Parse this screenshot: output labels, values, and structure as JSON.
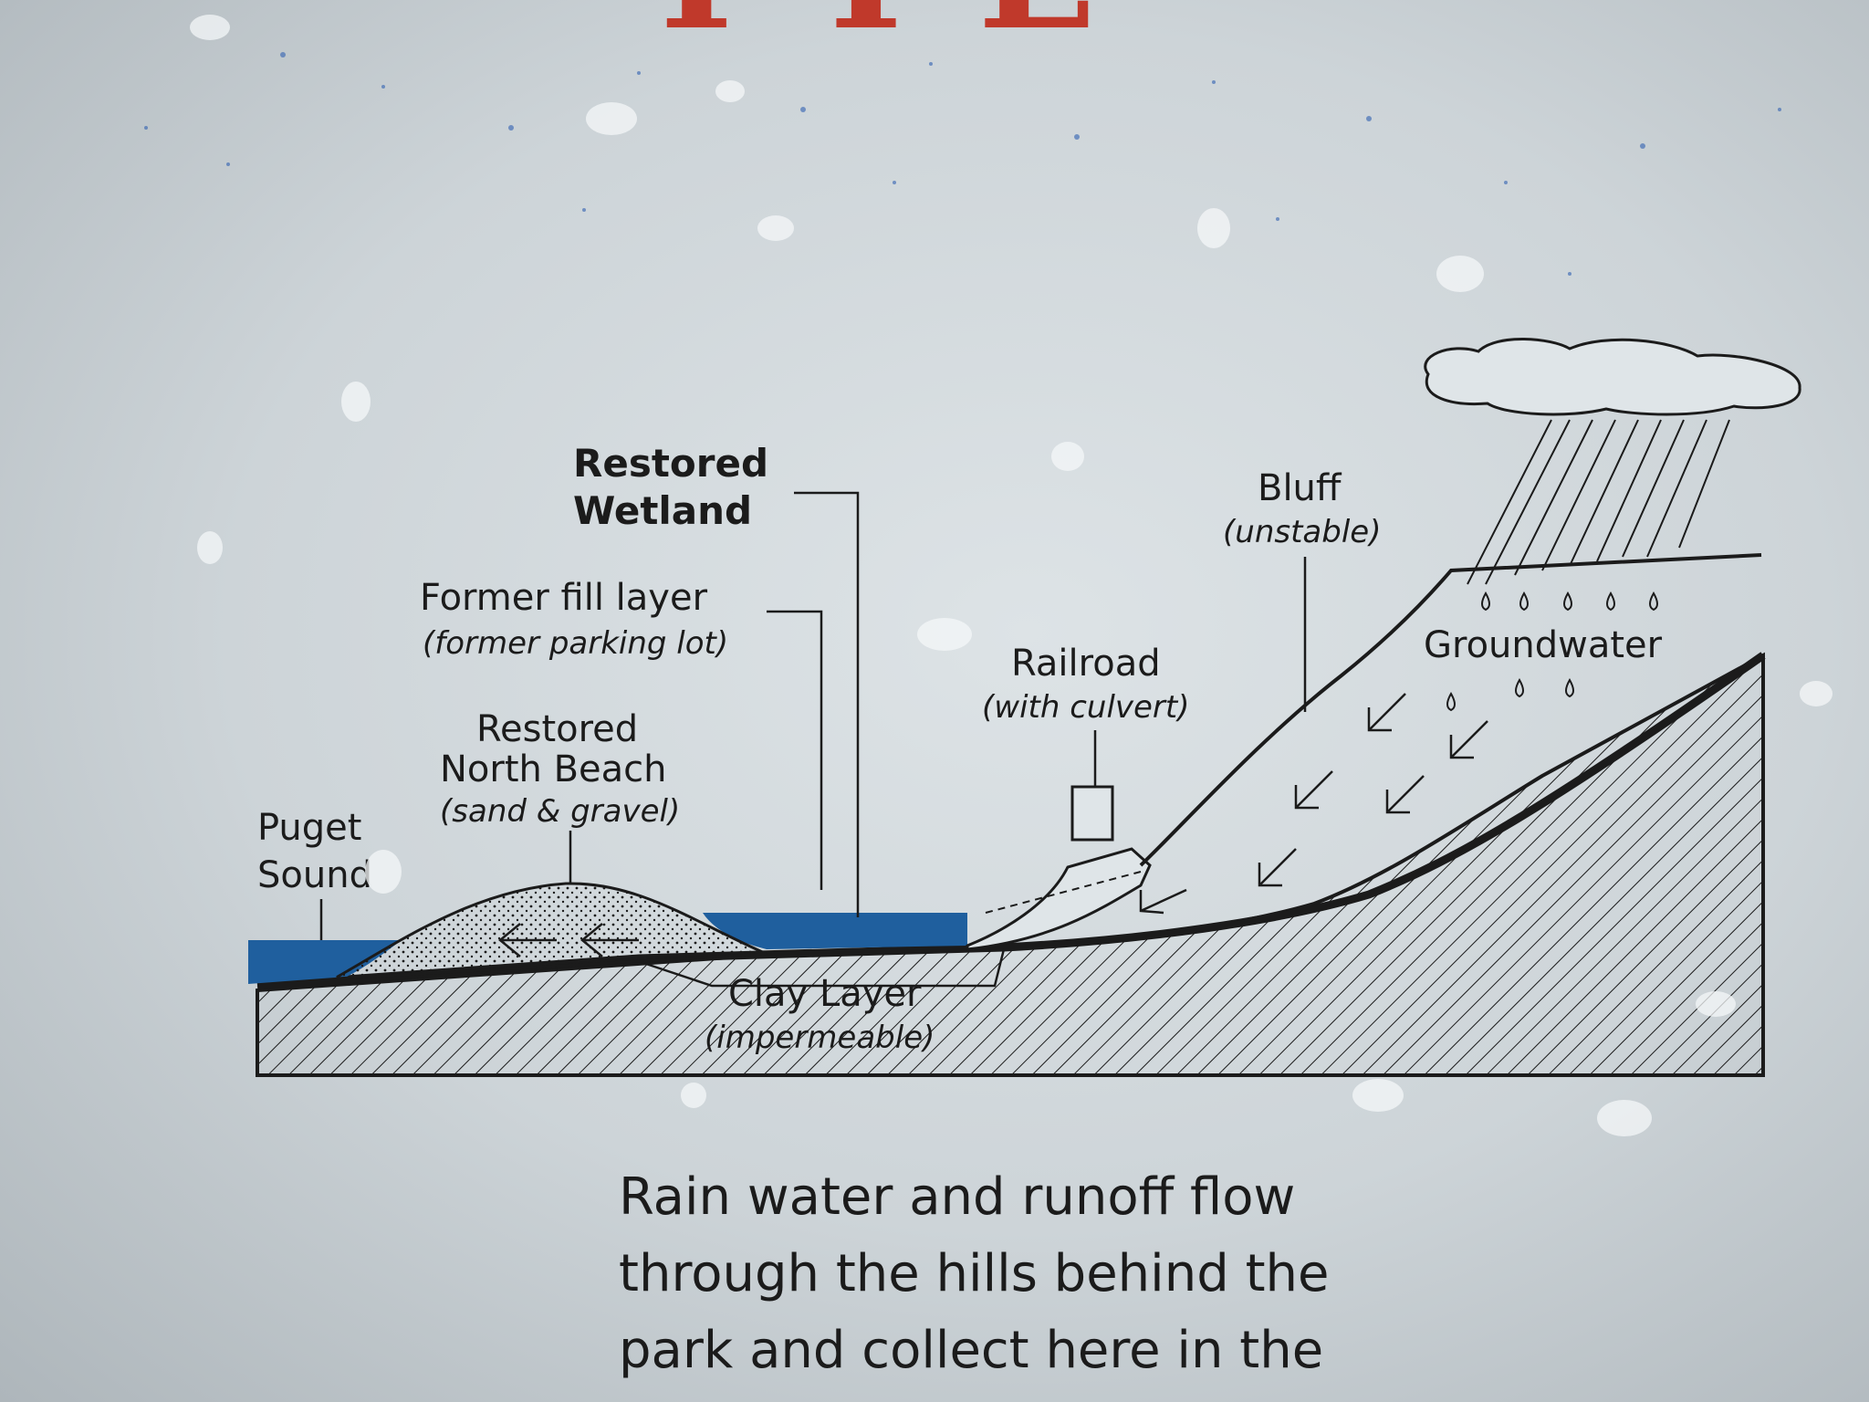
{
  "sign": {
    "heading_fragment": "T T E",
    "labels": {
      "restored_wetland_1": "Restored",
      "restored_wetland_2": "Wetland",
      "former_fill": "Former fill layer",
      "former_fill_note": "(former parking lot)",
      "bluff": "Bluff",
      "bluff_note": "(unstable)",
      "railroad": "Railroad",
      "railroad_note": "(with culvert)",
      "groundwater": "Groundwater",
      "north_beach_1": "Restored",
      "north_beach_2": "North Beach",
      "north_beach_note": "(sand & gravel)",
      "puget_1": "Puget",
      "puget_2": "Sound",
      "clay": "Clay Layer",
      "clay_note": "(impermeable)"
    },
    "body_lines": [
      "Rain water and runoff flow",
      "through the hills behind the",
      "park and collect here in the"
    ]
  },
  "colors": {
    "water": "#1f5f9e",
    "heading": "#c0392b",
    "ink": "#1b1b1b"
  }
}
